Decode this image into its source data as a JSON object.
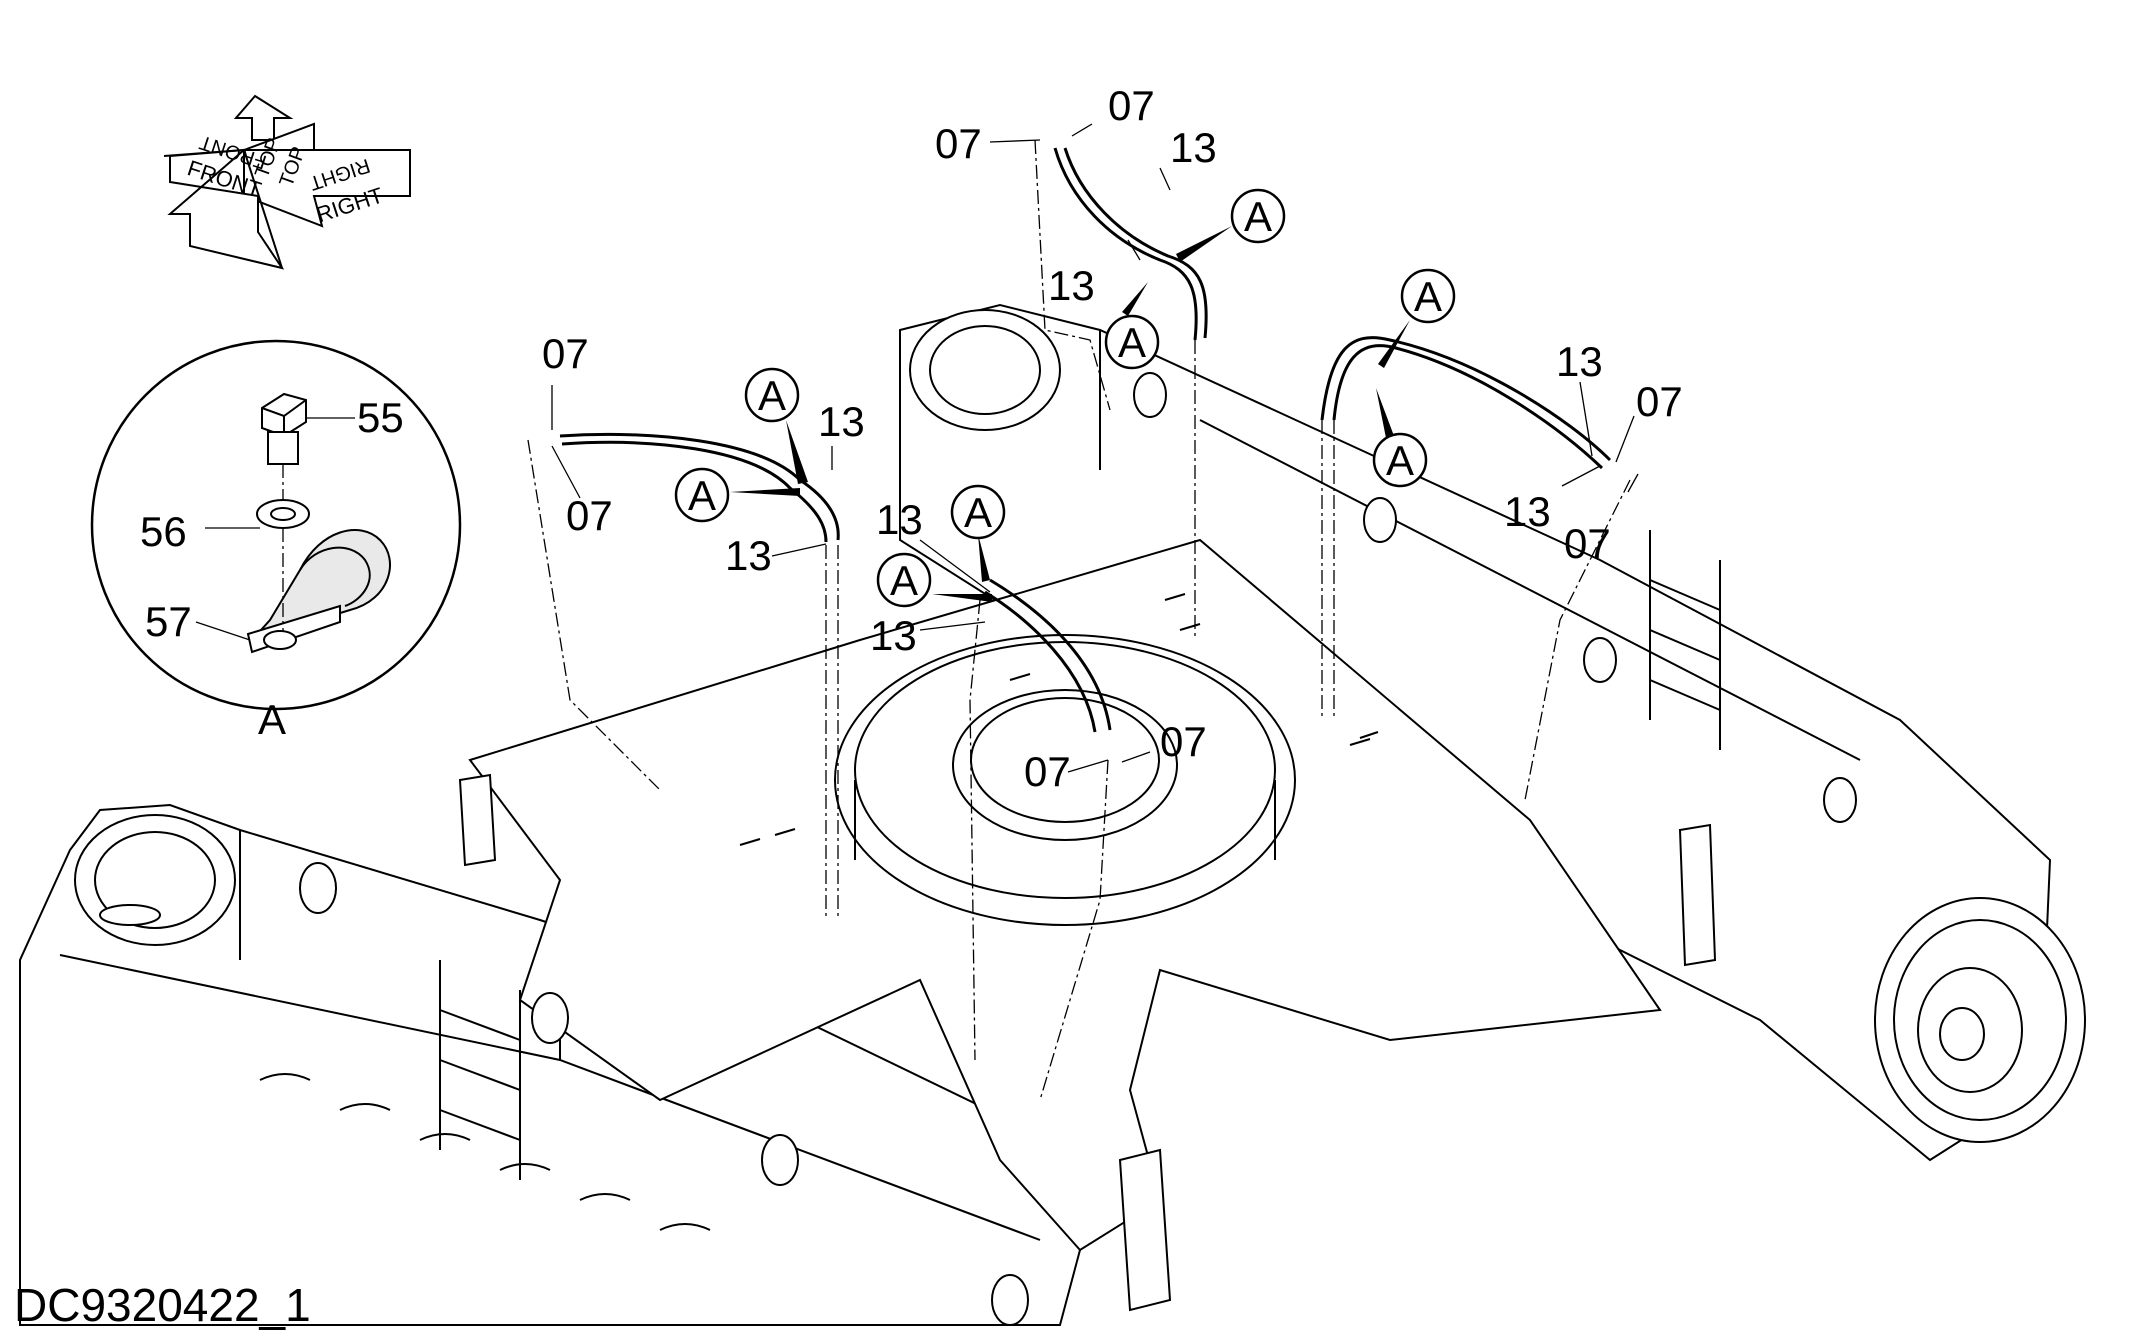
{
  "document_id": "DC9320422_1",
  "orientation_symbol": {
    "front": "FRONT",
    "top": "TOP",
    "right": "RIGHT"
  },
  "detail_view": {
    "name": "A",
    "parts": [
      "55",
      "56",
      "57"
    ]
  },
  "labels": {
    "p07": "07",
    "p13": "13",
    "pA": "A",
    "p55": "55",
    "p56": "56",
    "p57": "57"
  }
}
